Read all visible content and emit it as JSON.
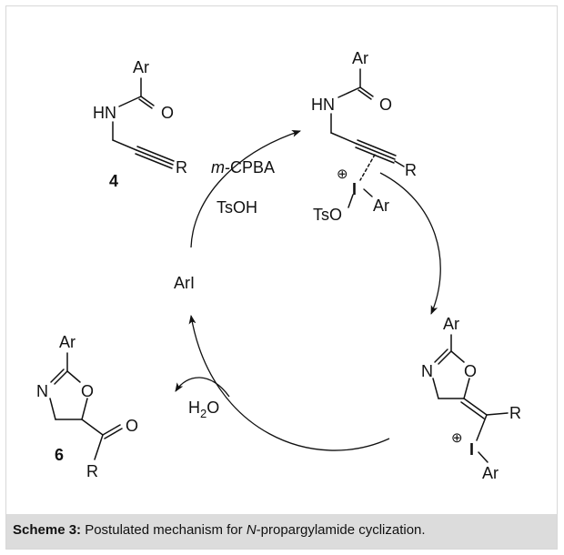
{
  "labels": {
    "ar": "Ar",
    "hn": "HN",
    "o": "O",
    "r": "R",
    "n": "N",
    "i": "I",
    "tso": "TsO",
    "plus": "⊕",
    "cmpd4": "4",
    "cmpd6": "6",
    "reagent_mcpba_m": "m",
    "reagent_mcpba_rest": "-CPBA",
    "reagent_tsoh": "TsOH",
    "water_h": "H",
    "water_2": "2",
    "water_o": "O",
    "ari": "ArI"
  },
  "caption": {
    "label": "Scheme 3:",
    "text_a": " Postulated mechanism for ",
    "italic": "N",
    "text_b": "-propargylamide cyclization."
  }
}
